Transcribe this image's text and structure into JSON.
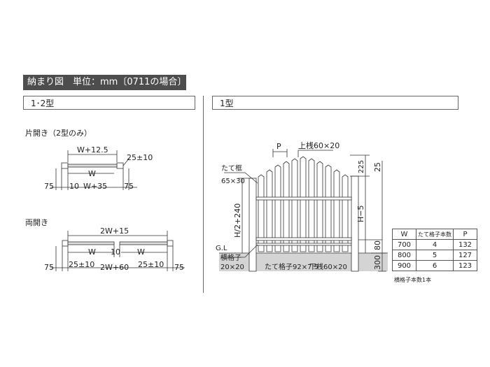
{
  "header": {
    "title": "納まり図　単位：mm〔0711の場合〕"
  },
  "left_panel": {
    "tab": "1･2型",
    "single": {
      "label": "片開き（2型のみ）",
      "dim_top": "W+12.5",
      "dim_tolerance": "25±10",
      "dim_mid": "W",
      "dim_left": "75",
      "dim_gap": "10",
      "dim_bottom": "W+35",
      "dim_right": "75"
    },
    "double": {
      "label": "両開き",
      "dim_top": "2W+15",
      "dim_w_left": "W",
      "dim_gap": "10",
      "dim_w_right": "W",
      "dim_left": "75",
      "dim_tol_left": "25±10",
      "dim_bottom": "2W+60",
      "dim_tol_right": "25±10",
      "dim_right": "75"
    }
  },
  "right_panel": {
    "tab": "1型",
    "labels": {
      "p": "P",
      "top_rail": "上桟60×20",
      "dim_225": "225",
      "dim_25": "25",
      "post_name": "たて框",
      "post_size": "65×30",
      "height_left": "H/2+240",
      "height_right": "H−5",
      "dim_80": "80",
      "ground": "G.L",
      "horizontal_bar_name": "横格子",
      "horizontal_bar_size": "20×20",
      "vertical_bars": "たて格子92×7.5",
      "bottom_rail": "下桟60×20",
      "dim_300": "300"
    },
    "table": {
      "headers": [
        "W",
        "たて格子本数",
        "P"
      ],
      "rows": [
        [
          "700",
          "4",
          "132"
        ],
        [
          "800",
          "5",
          "127"
        ],
        [
          "900",
          "6",
          "123"
        ]
      ],
      "note": "横格子本数1本"
    }
  }
}
